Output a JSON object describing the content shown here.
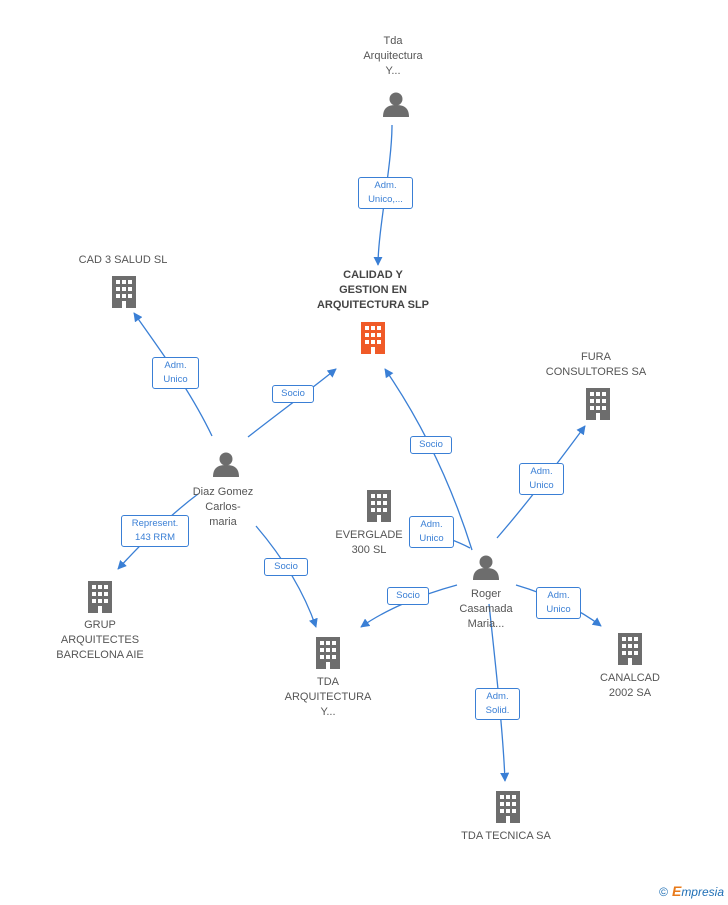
{
  "colors": {
    "edge": "#3a7fd5",
    "node": "#6d6d6d",
    "main_node": "#f05a28",
    "label": "#555555"
  },
  "nodes": {
    "tda_arq_person": {
      "label": "Tda\nArquitectura\nY...",
      "icon": "person-icon"
    },
    "calidad": {
      "label": "CALIDAD Y\nGESTION EN\nARQUITECTURA SLP",
      "icon": "building-icon"
    },
    "cad3": {
      "label": "CAD 3 SALUD SL",
      "icon": "building-icon"
    },
    "fura": {
      "label": "FURA\nCONSULTORES SA",
      "icon": "building-icon"
    },
    "diaz": {
      "label": "Diaz Gomez\nCarlos-\nmaria",
      "icon": "person-icon"
    },
    "everglade": {
      "label": "EVERGLADE\n300 SL",
      "icon": "building-icon"
    },
    "roger": {
      "label": "Roger\nCasamada\nMaria...",
      "icon": "person-icon"
    },
    "grup": {
      "label": "GRUP\nARQUITECTES\nBARCELONA AIE",
      "icon": "building-icon"
    },
    "tda_arq_company": {
      "label": "TDA\nARQUITECTURA\nY...",
      "icon": "building-icon"
    },
    "canalcad": {
      "label": "CANALCAD\n2002 SA",
      "icon": "building-icon"
    },
    "tda_tecnica": {
      "label": "TDA TECNICA SA",
      "icon": "building-icon"
    }
  },
  "edges": {
    "e1": "Adm.\nUnico,...",
    "e2": "Adm.\nUnico",
    "e3": "Socio",
    "e4": "Socio",
    "e5": "Adm.\nUnico",
    "e6": "Adm.\nUnico",
    "e7": "Represent.\n143 RRM",
    "e8": "Socio",
    "e9": "Socio",
    "e10": "Adm.\nUnico",
    "e11": "Adm.\nSolid."
  },
  "brand": {
    "copyright": "©",
    "name_first": "E",
    "name_rest": "mpresia"
  }
}
